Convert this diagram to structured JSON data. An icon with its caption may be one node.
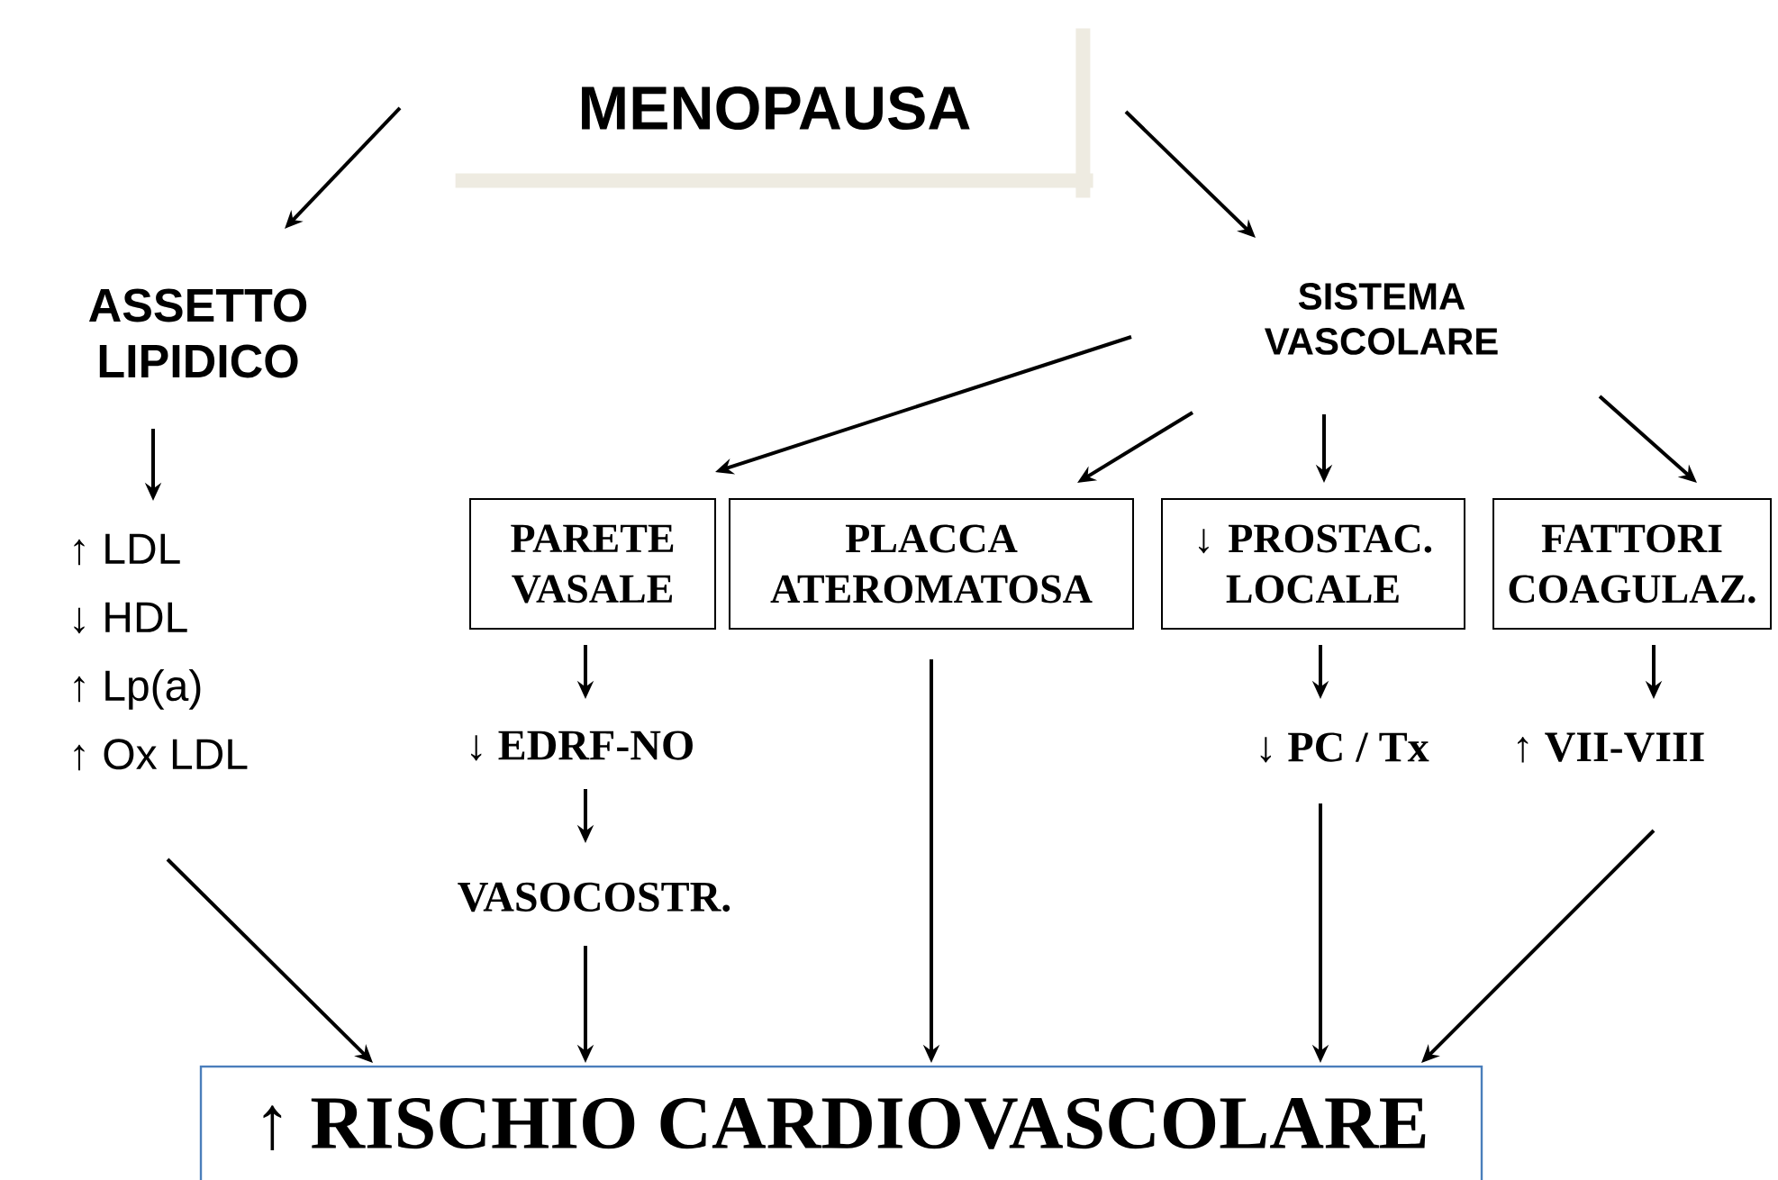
{
  "diagram": {
    "nodes": [
      {
        "text": [
          "MENOPAUSA"
        ]
      },
      {
        "text": [
          "ASSETTO LIPIDICO"
        ]
      },
      {
        "text": [
          "SISTEMA VASCOLARE"
        ]
      },
      {
        "text": [
          "↑ LDL",
          "↓ HDL",
          "↑ Lp(a)",
          "↑ Ox LDL"
        ]
      },
      {
        "text": [
          "PARETE VASALE"
        ]
      },
      {
        "text": [
          "PLACCA ATEROMATOSA"
        ]
      },
      {
        "text": [
          "↓ PROSTAC. LOCALE"
        ]
      },
      {
        "text": [
          "FATTORI COAGULAZ."
        ]
      },
      {
        "text": [
          "↓ EDRF-NO"
        ]
      },
      {
        "text": [
          "VASOCOSTR."
        ]
      },
      {
        "text": [
          "↓ PC / Tx"
        ]
      },
      {
        "text": [
          "↑ VII-VIII"
        ]
      },
      {
        "text": [
          "↑ RISCHIO CARDIOVASCOLARE"
        ]
      }
    ],
    "edges": [
      {
        "from": 0,
        "to": 1,
        "arrow": "to"
      },
      {
        "from": 0,
        "to": 2,
        "arrow": "to"
      },
      {
        "from": 1,
        "to": 3,
        "arrow": "to"
      },
      {
        "from": 2,
        "to": 4,
        "arrow": "to"
      },
      {
        "from": 2,
        "to": 5,
        "arrow": "to"
      },
      {
        "from": 2,
        "to": 6,
        "arrow": "to"
      },
      {
        "from": 2,
        "to": 7,
        "arrow": "to"
      },
      {
        "from": 4,
        "to": 8,
        "arrow": "to"
      },
      {
        "from": 8,
        "to": 9,
        "arrow": "to"
      },
      {
        "from": 9,
        "to": 12,
        "arrow": "to"
      },
      {
        "from": 3,
        "to": 12,
        "arrow": "to"
      },
      {
        "from": 5,
        "to": 12,
        "arrow": "to"
      },
      {
        "from": 6,
        "to": 10,
        "arrow": "to"
      },
      {
        "from": 10,
        "to": 12,
        "arrow": "to"
      },
      {
        "from": 7,
        "to": 11,
        "arrow": "to"
      },
      {
        "from": 11,
        "to": 12,
        "arrow": "to"
      }
    ]
  }
}
